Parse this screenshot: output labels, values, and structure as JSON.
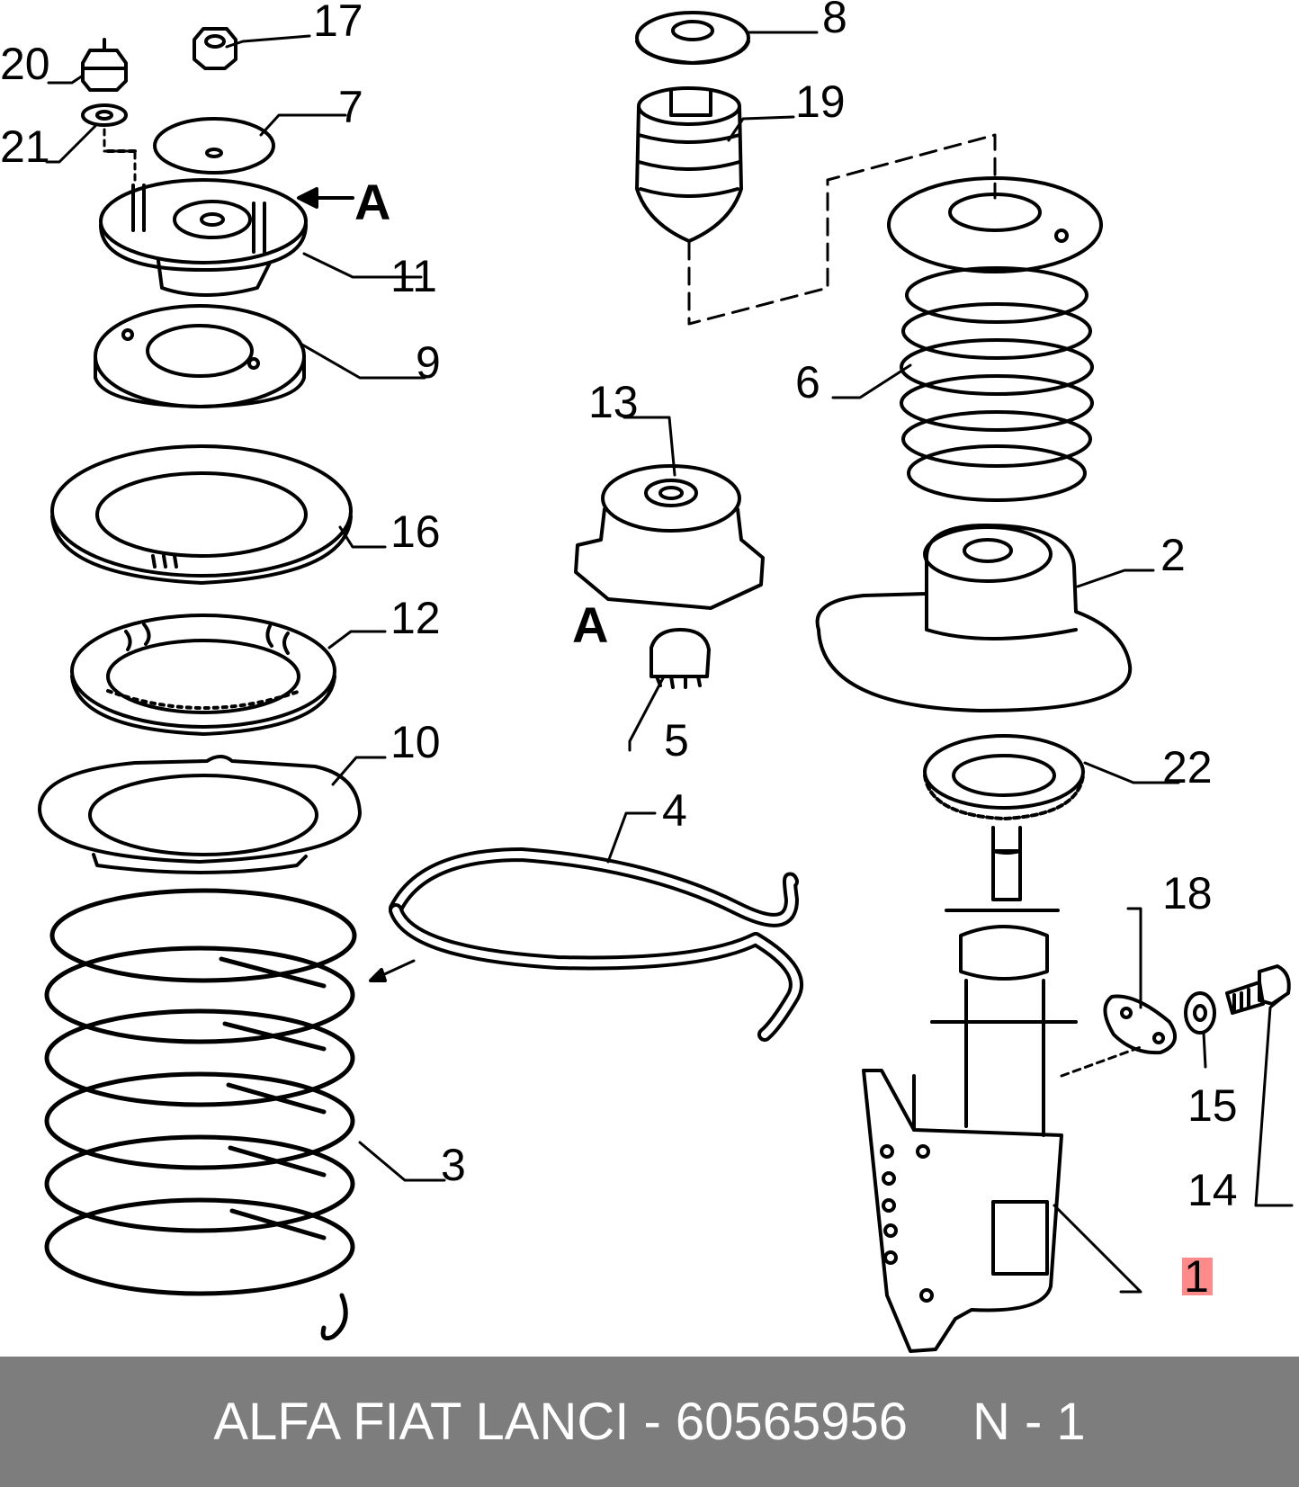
{
  "diagram": {
    "callouts": {
      "p1": "1",
      "p2": "2",
      "p3": "3",
      "p4": "4",
      "p5": "5",
      "p6": "6",
      "p7": "7",
      "p8": "8",
      "p9": "9",
      "p10": "10",
      "p11": "11",
      "p12": "12",
      "p13": "13",
      "p14": "14",
      "p15": "15",
      "p16": "16",
      "p17": "17",
      "p18": "18",
      "p19": "19",
      "p20": "20",
      "p21": "21",
      "p22": "22"
    },
    "view_marker": "A",
    "view_label": "A",
    "highlighted_part": "1",
    "highlight_color": "#ff8a8a"
  },
  "footer": {
    "brand": "ALFA FIAT LANCI",
    "separator": "-",
    "part_number": "60565956",
    "position_label": "N - 1"
  }
}
